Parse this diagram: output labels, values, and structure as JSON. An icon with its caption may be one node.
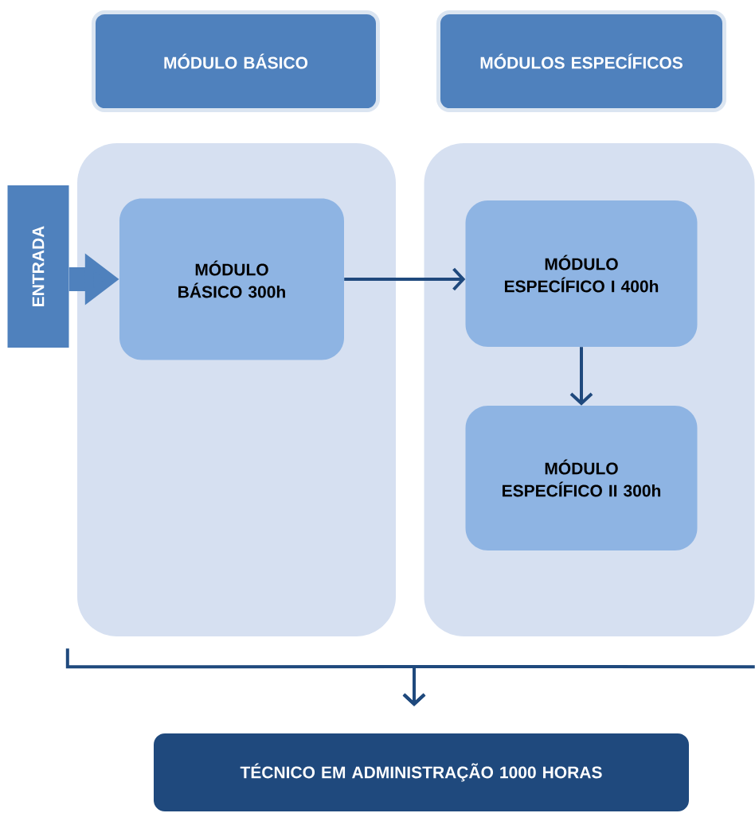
{
  "diagram": {
    "nodes": [
      {
        "text": [
          "MÓDULO BÁSICO"
        ]
      },
      {
        "text": [
          "MÓDULOS ESPECÍFICOS"
        ]
      },
      {
        "text": [],
        "shape": "box"
      },
      {
        "text": [],
        "shape": "box"
      },
      {
        "text": [
          "ENTRADA"
        ]
      },
      {
        "text": [
          "MÓDULO BÁSICO 300h"
        ],
        "in": 2
      },
      {
        "text": [
          "MÓDULO ESPECÍFICO I 400h"
        ],
        "in": 3
      },
      {
        "text": [
          "MÓDULO ESPECÍFICO II 300h"
        ],
        "in": 3
      },
      {
        "text": [
          "TÉCNICO EM ADMINISTRAÇÃO 1000 HORAS"
        ]
      }
    ],
    "edges": [
      {
        "from": 4,
        "to": 5,
        "arrow": "to",
        "style": "thick",
        "color": "#4f81bd"
      },
      {
        "from": 5,
        "to": 6,
        "arrow": "to"
      },
      {
        "from": 6,
        "to": 7,
        "arrow": "to"
      },
      {
        "from": 2,
        "to": 8,
        "arrow": "to"
      },
      {
        "from": 3,
        "to": 8,
        "arrow": "to"
      }
    ]
  }
}
